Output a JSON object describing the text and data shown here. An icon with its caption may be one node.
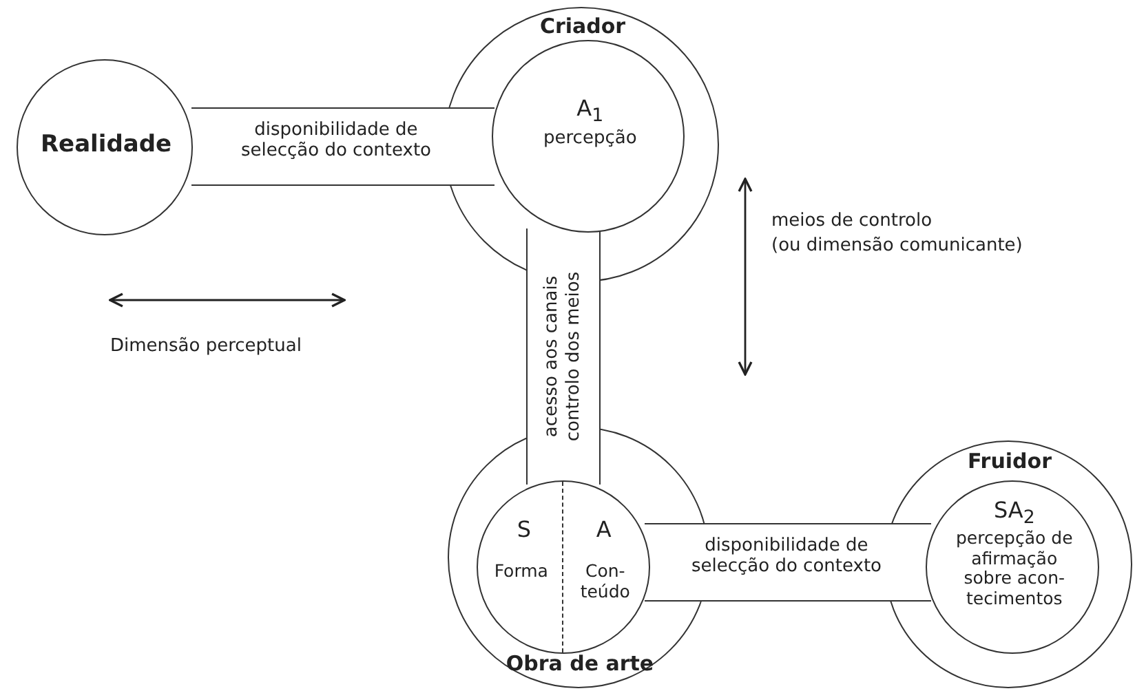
{
  "diagram": {
    "nodes": [
      {
        "text": [
          "Realidade"
        ]
      },
      {
        "text": [
          "Criador"
        ]
      },
      {
        "text": [
          "A$_{1}$",
          "percepção"
        ],
        "in": 1
      },
      {
        "text": [
          "disponibilidade de selecção do contexto"
        ]
      },
      {
        "text": [
          "acesso aos canais",
          "controlo dos meios"
        ]
      },
      {
        "text": [
          "Obra de arte"
        ]
      },
      {
        "text": [
          "S",
          "Forma",
          "A",
          "Con- teúdo"
        ],
        "in": 5
      },
      {
        "text": [
          "disponibilidade de selecção do contexto"
        ]
      },
      {
        "text": [
          "Fruidor"
        ]
      },
      {
        "text": [
          "SA$_{2}$",
          "percepção de afirmação sobre acon- tecimentos"
        ],
        "in": 8
      }
    ],
    "labels": [
      "meios de controlo",
      "(ou dimensão comunicante)",
      "Dimensão perceptual"
    ]
  }
}
